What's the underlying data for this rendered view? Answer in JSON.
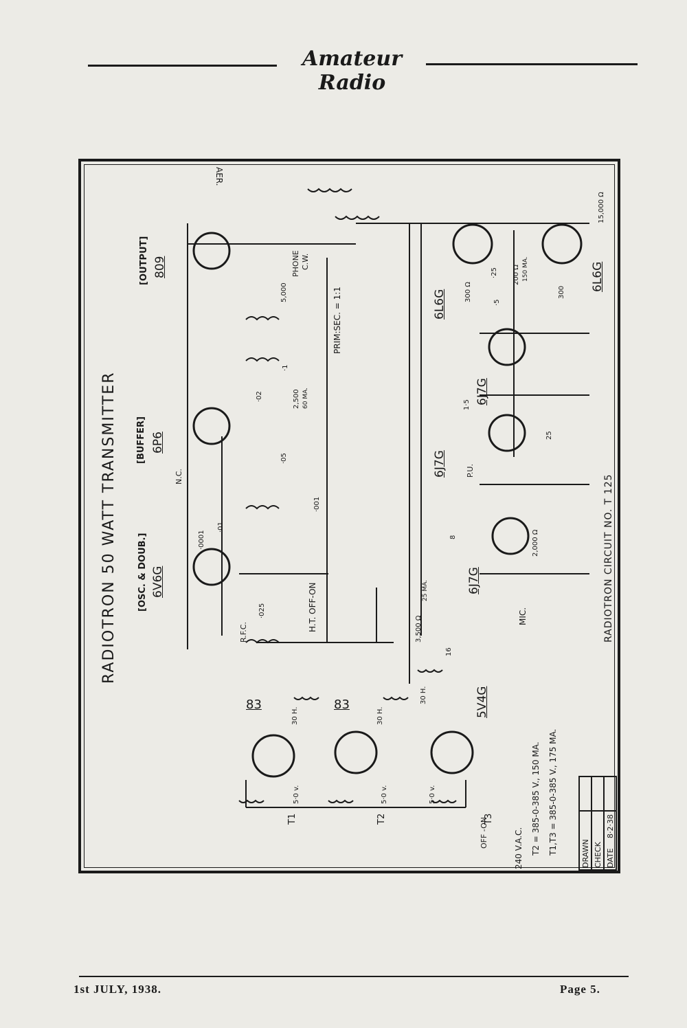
{
  "masthead": {
    "title": "Amateur Radio"
  },
  "diagram": {
    "title": "RADIOTRON  50 WATT  TRANSMITTER",
    "circuit_no": "RADIOTRON  CIRCUIT  NO.  T 125",
    "stages": [
      {
        "role": "[OSC. & DOUB.]",
        "tube": "6V6G"
      },
      {
        "role": "[BUFFER]",
        "tube": "6P6"
      },
      {
        "role": "[OUTPUT]",
        "tube": "809"
      }
    ],
    "audio_tubes": [
      "6L6G",
      "6L6G",
      "6J7G",
      "6J7G",
      "6J7G"
    ],
    "rectifiers": [
      {
        "tube": "83",
        "transformer": "T1"
      },
      {
        "tube": "83",
        "transformer": "T2"
      },
      {
        "tube": "5V4G",
        "transformer": "T3"
      }
    ],
    "labels": {
      "prim_sec": "PRIM:SEC. = 1:1",
      "phone": "PHONE",
      "cw": "C.W.",
      "aer": "AER.",
      "ht_switch": "H.T. OFF-ON",
      "mic": "MIC.",
      "pu": "P.U.",
      "mains": "240 V.A.C.",
      "off_on": "OFF -ON",
      "rfc": "R.F.C.",
      "nc": "N.C.",
      "choke": "30 H.",
      "five_v": "5·0 v."
    },
    "values": [
      "·0001",
      "·01",
      "·025",
      "·05",
      "·02",
      "·001",
      "·1",
      "2,500",
      "60 MA.",
      "5,000",
      "15,000 Ω",
      "3,500 Ω",
      "25 MA.",
      "300",
      "300 Ω",
      "200 Ω",
      "150 MA.",
      "·25",
      "·5",
      "1·5",
      "2,000 Ω",
      "8",
      "16",
      "25"
    ],
    "notes": [
      "T2  =  385-0-385 V.,  150  MA.",
      "T1,T3 = 385-0-385 V.,  175  MA."
    ],
    "title_block": {
      "drawn_label": "DRAWN",
      "check_label": "CHECK",
      "date_label": "DATE",
      "date_value": "8·2·38"
    }
  },
  "footer": {
    "date": "1st  JULY,  1938.",
    "page": "Page 5."
  }
}
